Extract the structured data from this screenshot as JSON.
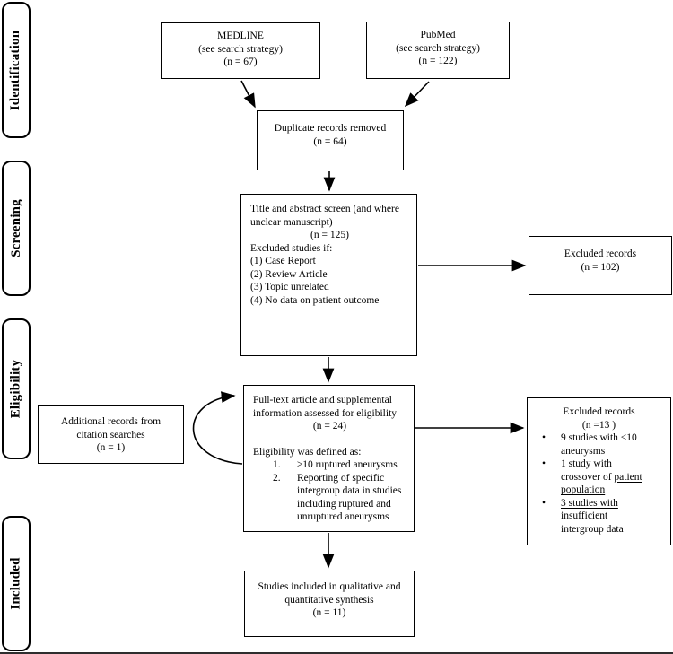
{
  "page": {
    "background": "#ffffff",
    "ink": "#000000"
  },
  "stages": [
    {
      "label": "Identification"
    },
    {
      "label": "Screening"
    },
    {
      "label": "Eligibility"
    },
    {
      "label": "Included"
    }
  ],
  "boxes": {
    "medline": {
      "title": "MEDLINE",
      "subtitle": "(see search strategy)",
      "count": "(n = 67)"
    },
    "pubmed": {
      "title": "PubMed",
      "subtitle": "(see search strategy)",
      "count": "(n = 122)"
    },
    "duplicates": {
      "line1": "Duplicate records removed",
      "count": "(n = 64)"
    },
    "title_abstract": {
      "line1": "Title and abstract screen (and where",
      "line2": "unclear manuscript)",
      "count": "(n = 125)",
      "heading": "Excluded studies if:",
      "criteria": [
        "(1) Case Report",
        "(2) Review Article",
        "(3) Topic unrelated",
        "(4) No data on patient outcome"
      ]
    },
    "excluded_screening": {
      "line1": "Excluded records",
      "count": "(n = 102)"
    },
    "fulltext": {
      "line1": "Full-text article and supplemental",
      "line2": "information assessed for eligibility",
      "count": "(n = 24)",
      "heading": "Eligibility was defined as:",
      "items": [
        {
          "num": "1.",
          "text": "≥10 ruptured aneurysms"
        },
        {
          "num": "2.",
          "text": "Reporting of specific intergroup data in studies including ruptured and unruptured aneurysms"
        }
      ]
    },
    "citation": {
      "line1": "Additional records from",
      "line2": "citation searches",
      "count": "(n = 1)"
    },
    "excluded_eligibility": {
      "line1": "Excluded records",
      "count": "(n =13 )",
      "bullets": [
        {
          "marker": "•",
          "pre": "9 studies with <10 aneurysms",
          "underlined": "",
          "post": ""
        },
        {
          "marker": "•",
          "pre": "1 study with crossover of ",
          "underlined": "patient population",
          "post": ""
        },
        {
          "marker": "•",
          "pre": "",
          "underlined": "3 studies with",
          "post": " insufficient intergroup data"
        }
      ]
    },
    "included_synthesis": {
      "line1": "Studies included in qualitative and",
      "line2": "quantitative synthesis",
      "count": "(n = 11)"
    }
  }
}
